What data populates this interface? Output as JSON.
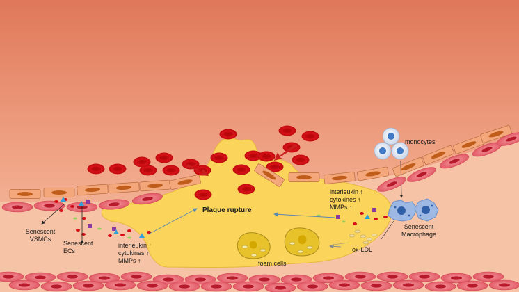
{
  "labels": {
    "monocytes": "monocytes",
    "plaque_rupture": "Plaque rupture",
    "senescent_vsmcs_line1": "Senescent",
    "senescent_vsmcs_line2": "VSMCs",
    "senescent_ecs_line1": "Senescent",
    "senescent_ecs_line2": "ECs",
    "senescent_macrophage_line1": "Senescent",
    "senescent_macrophage_line2": "Macrophage",
    "ox_ldl": "ox-LDL",
    "foam_cells": "foam cells"
  },
  "factor_list_left": [
    "interleukin",
    "cytokines",
    "MMPs"
  ],
  "factor_list_right": [
    "interleukin",
    "cytokines",
    "MMPs"
  ],
  "up_arrow": "↑",
  "colors": {
    "lumen_top": "#e0785a",
    "lumen_bottom": "#f6c6aa",
    "plaque": "#fbd55b",
    "rbc": "#d40f14",
    "endothelial": "#f3a77a",
    "endothelial_nucleus": "#c05d1a",
    "smc": "#e8606a",
    "monocyte": "#5b8fd0",
    "macrophage": "#9cb8e3",
    "foam_cell": "#e8c22a",
    "arrow": "#5b87ad",
    "red_arrow": "#c81e1e"
  }
}
